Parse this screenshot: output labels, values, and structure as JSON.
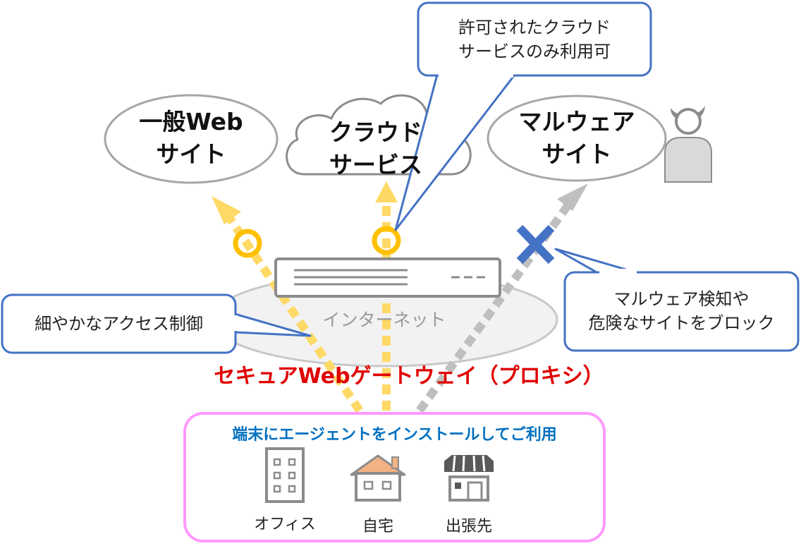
{
  "sites": {
    "general_web": [
      "一般Web",
      "サイト"
    ],
    "cloud_service": [
      "クラウド",
      "サービス"
    ],
    "malware_site": [
      "マルウェア",
      "サイト"
    ]
  },
  "callouts": {
    "allowed_cloud": [
      "許可されたクラウド",
      "サービスのみ利用可"
    ],
    "fine_access": "細やかなアクセス制御",
    "malware_block": [
      "マルウェア検知や",
      "危険なサイトをブロック"
    ]
  },
  "internet_label": "インターネット",
  "gateway_label": "セキュアWebゲートウェイ（プロキシ）",
  "agent_box": {
    "title": "端末にエージェントをインストールしてご利用",
    "locations": [
      "オフィス",
      "自宅",
      "出張先"
    ]
  },
  "colors": {
    "allowed_arrow": "#FFD966",
    "allowed_mark": "#FFC000",
    "blocked_arrow": "#BFBFBF",
    "block_mark": "#4472C4",
    "callout_border": "#4472C4",
    "gateway_text": "#E00000",
    "agent_border": "#FF99FF",
    "agent_title": "#0070C0"
  }
}
